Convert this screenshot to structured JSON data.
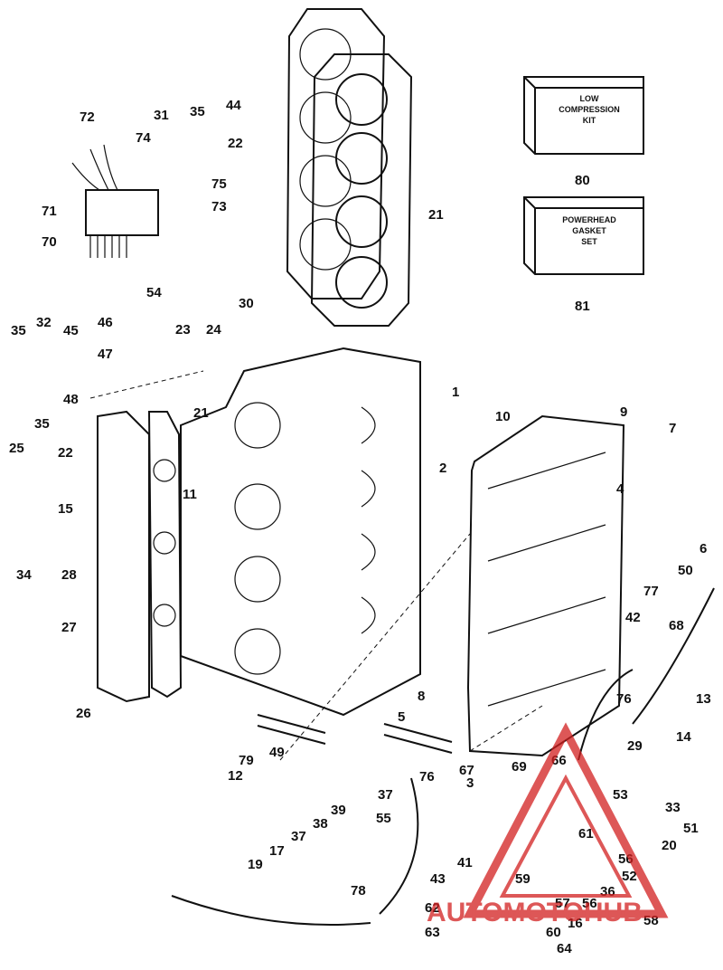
{
  "labels": [
    "1",
    "2",
    "3",
    "4",
    "5",
    "6",
    "7",
    "8",
    "9",
    "10",
    "11",
    "12",
    "13",
    "14",
    "15",
    "16",
    "17",
    "19",
    "20",
    "21",
    "21",
    "22",
    "22",
    "23",
    "24",
    "25",
    "26",
    "27",
    "28",
    "29",
    "30",
    "31",
    "32",
    "33",
    "34",
    "35",
    "35",
    "35",
    "36",
    "37",
    "37",
    "38",
    "39",
    "41",
    "42",
    "43",
    "44",
    "45",
    "46",
    "47",
    "48",
    "49",
    "50",
    "51",
    "52",
    "53",
    "54",
    "55",
    "56",
    "56",
    "57",
    "58",
    "59",
    "60",
    "61",
    "62",
    "63",
    "64",
    "66",
    "67",
    "68",
    "69",
    "70",
    "71",
    "72",
    "73",
    "74",
    "75",
    "76",
    "76",
    "77",
    "78",
    "79",
    "80",
    "81"
  ],
  "kit_boxes": [
    {
      "lines": [
        "LOW",
        "COMPRESSION",
        "KIT"
      ],
      "number": "80"
    },
    {
      "lines": [
        "POWERHEAD",
        "GASKET",
        "SET"
      ],
      "number": "81"
    }
  ],
  "watermark": {
    "text": "AUTOMOTOHUB",
    "colors": {
      "primary": "#d21f1f",
      "accent": "#f2a51d"
    }
  }
}
